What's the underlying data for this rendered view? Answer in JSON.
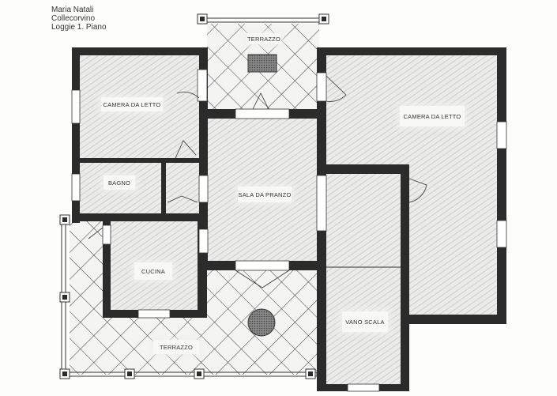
{
  "header": {
    "owner": "Maria Natali",
    "location": "Collecorvino",
    "level": "Loggie 1. Piano"
  },
  "rooms": [
    {
      "id": "terrazzo-top",
      "label": "TERRAZZO"
    },
    {
      "id": "camera-left",
      "label": "CAMERA DA LETTO"
    },
    {
      "id": "bagno",
      "label": "BAGNO"
    },
    {
      "id": "sala",
      "label": "SALA DA PRANZO"
    },
    {
      "id": "camera-right",
      "label": "CAMERA DA LETTO"
    },
    {
      "id": "cucina",
      "label": "CUCINA"
    },
    {
      "id": "terrazzo-bottom",
      "label": "TERRAZZO"
    },
    {
      "id": "vano-scala",
      "label": "VANO SCALA"
    }
  ],
  "colors": {
    "wall": "#2b2b2b",
    "floor": "#e4e4e2",
    "tile_line": "#3a3a3a",
    "background": "#fdfdfb"
  }
}
